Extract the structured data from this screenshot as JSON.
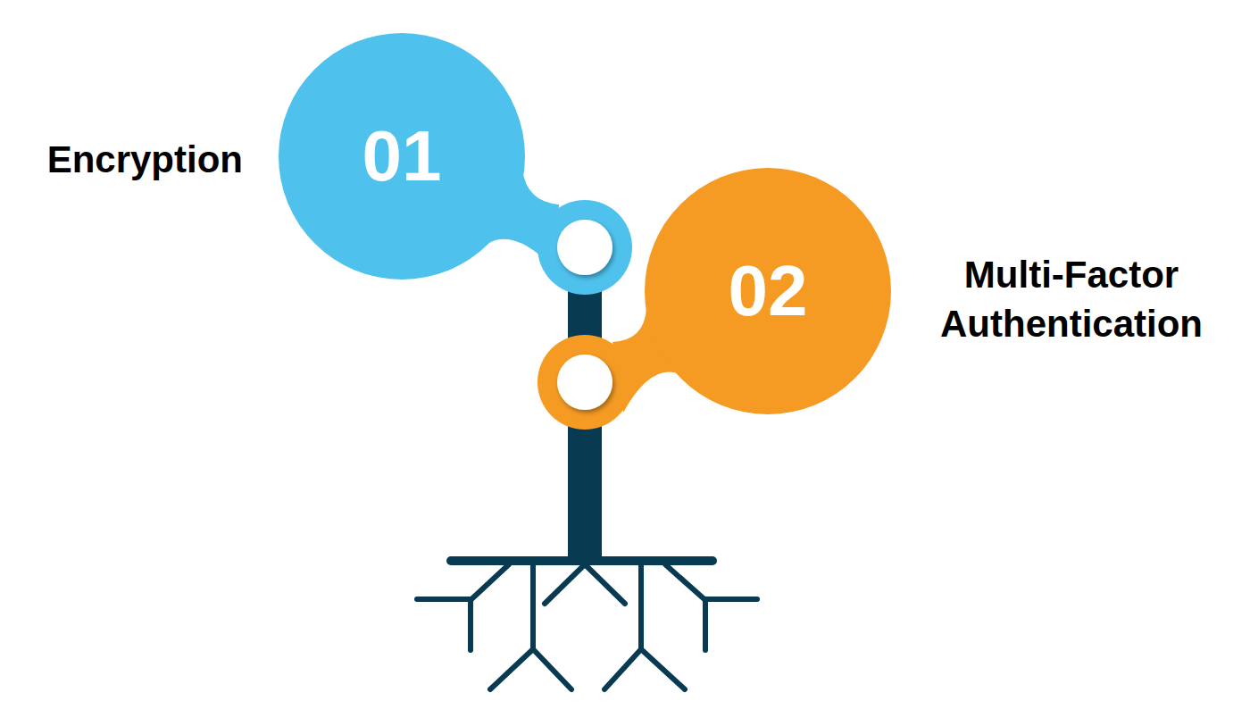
{
  "diagram": {
    "nodes": [
      {
        "text": [
          "Encryption",
          "01"
        ]
      },
      {
        "text": [
          "02",
          "Multi-Factor Authentication"
        ]
      }
    ]
  }
}
